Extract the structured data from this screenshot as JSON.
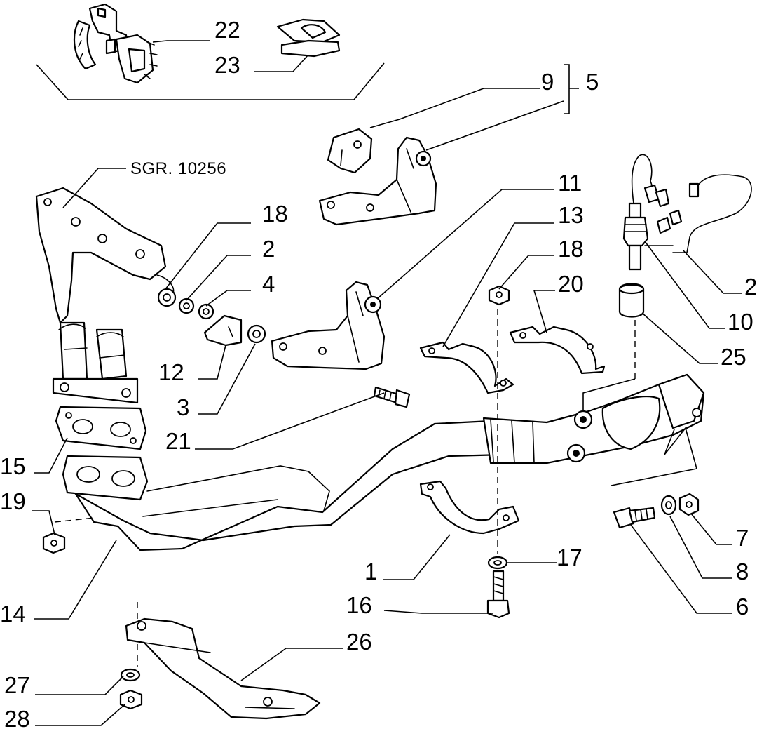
{
  "reference_label": "SGR. 10256",
  "callouts": [
    {
      "id": "c1",
      "label": "1"
    },
    {
      "id": "c2",
      "label": "2"
    },
    {
      "id": "c3",
      "label": "3"
    },
    {
      "id": "c4",
      "label": "4"
    },
    {
      "id": "c5",
      "label": "5"
    },
    {
      "id": "c6",
      "label": "6"
    },
    {
      "id": "c7",
      "label": "7"
    },
    {
      "id": "c8",
      "label": "8"
    },
    {
      "id": "c9",
      "label": "9"
    },
    {
      "id": "c10",
      "label": "10"
    },
    {
      "id": "c11",
      "label": "11"
    },
    {
      "id": "c12",
      "label": "12"
    },
    {
      "id": "c13",
      "label": "13"
    },
    {
      "id": "c14",
      "label": "14"
    },
    {
      "id": "c15",
      "label": "15"
    },
    {
      "id": "c16",
      "label": "16"
    },
    {
      "id": "c17",
      "label": "17"
    },
    {
      "id": "c18a",
      "label": "18"
    },
    {
      "id": "c18b",
      "label": "18"
    },
    {
      "id": "c19",
      "label": "19"
    },
    {
      "id": "c20",
      "label": "20"
    },
    {
      "id": "c21",
      "label": "21"
    },
    {
      "id": "c22",
      "label": "22"
    },
    {
      "id": "c23",
      "label": "23"
    },
    {
      "id": "c24",
      "label": "24"
    },
    {
      "id": "c25",
      "label": "25"
    },
    {
      "id": "c26",
      "label": "26"
    },
    {
      "id": "c27",
      "label": "27"
    },
    {
      "id": "c28",
      "label": "28"
    }
  ]
}
